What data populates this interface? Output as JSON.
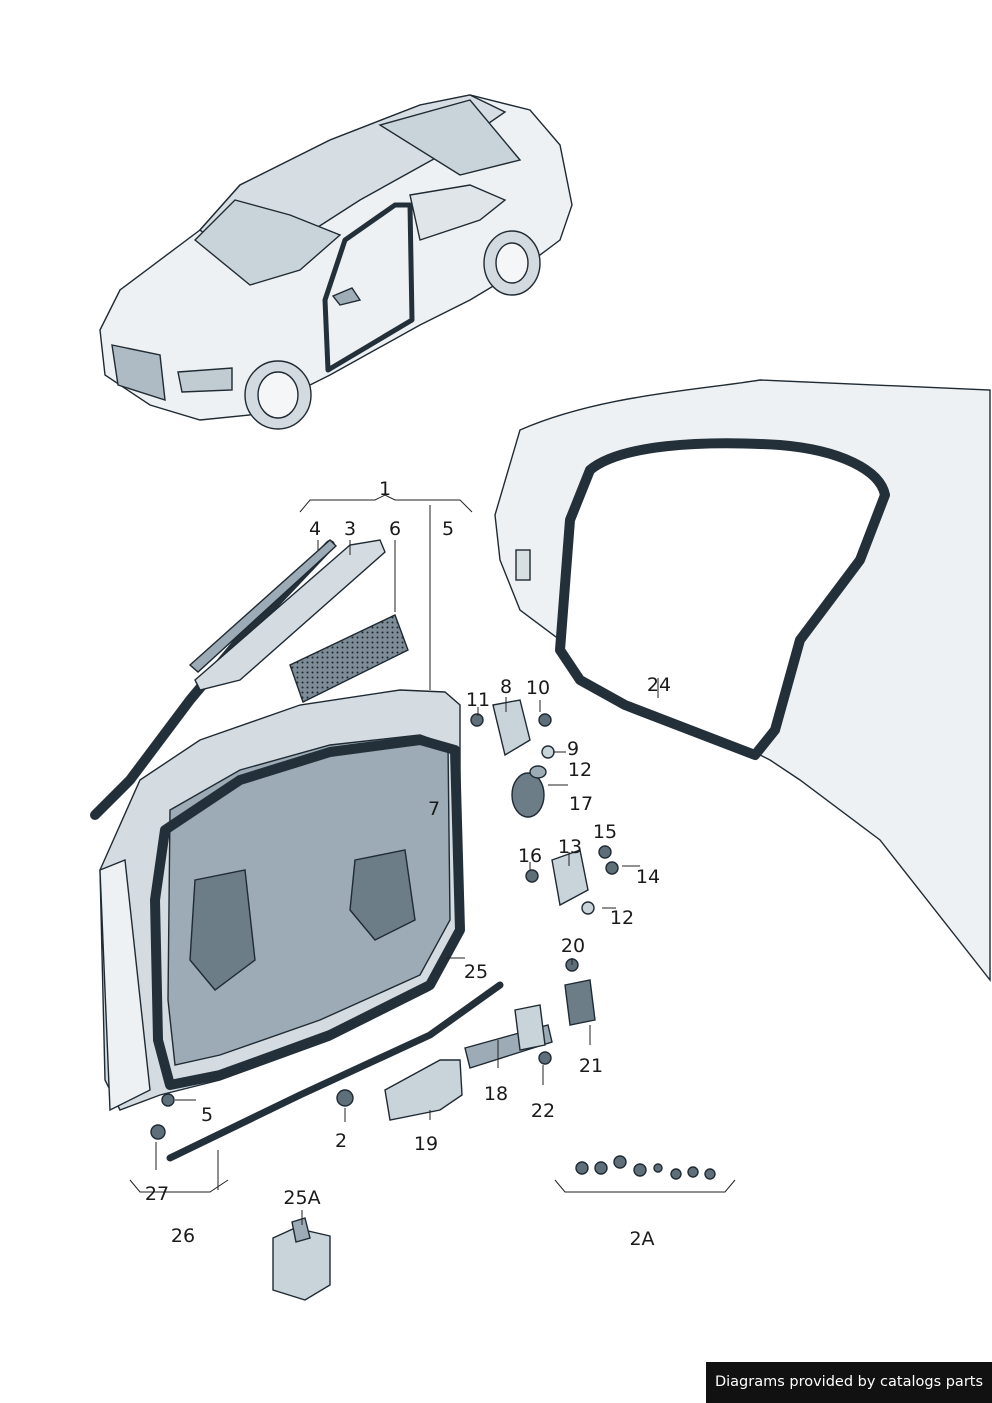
{
  "diagram": {
    "callouts": [
      {
        "id": "1",
        "text": "1"
      },
      {
        "id": "2",
        "text": "2"
      },
      {
        "id": "2A",
        "text": "2A"
      },
      {
        "id": "3",
        "text": "3"
      },
      {
        "id": "4",
        "text": "4"
      },
      {
        "id": "5a",
        "text": "5"
      },
      {
        "id": "5b",
        "text": "5"
      },
      {
        "id": "6",
        "text": "6"
      },
      {
        "id": "7",
        "text": "7"
      },
      {
        "id": "8",
        "text": "8"
      },
      {
        "id": "9",
        "text": "9"
      },
      {
        "id": "10",
        "text": "10"
      },
      {
        "id": "11",
        "text": "11"
      },
      {
        "id": "12a",
        "text": "12"
      },
      {
        "id": "12b",
        "text": "12"
      },
      {
        "id": "13",
        "text": "13"
      },
      {
        "id": "14",
        "text": "14"
      },
      {
        "id": "15",
        "text": "15"
      },
      {
        "id": "16",
        "text": "16"
      },
      {
        "id": "17",
        "text": "17"
      },
      {
        "id": "18",
        "text": "18"
      },
      {
        "id": "19",
        "text": "19"
      },
      {
        "id": "20",
        "text": "20"
      },
      {
        "id": "21",
        "text": "21"
      },
      {
        "id": "22",
        "text": "22"
      },
      {
        "id": "24",
        "text": "24"
      },
      {
        "id": "25",
        "text": "25"
      },
      {
        "id": "25A",
        "text": "25A"
      },
      {
        "id": "26",
        "text": "26"
      },
      {
        "id": "27",
        "text": "27"
      }
    ]
  },
  "credit": {
    "text": "Diagrams provided by catalogs parts"
  },
  "colors": {
    "ink": "#1f2a33",
    "light_fill": "#eef1f3",
    "mid_fill": "#c9d3da",
    "dark_fill": "#5f6f7a",
    "seal": "#23303a",
    "credit_bg": "#111111"
  }
}
